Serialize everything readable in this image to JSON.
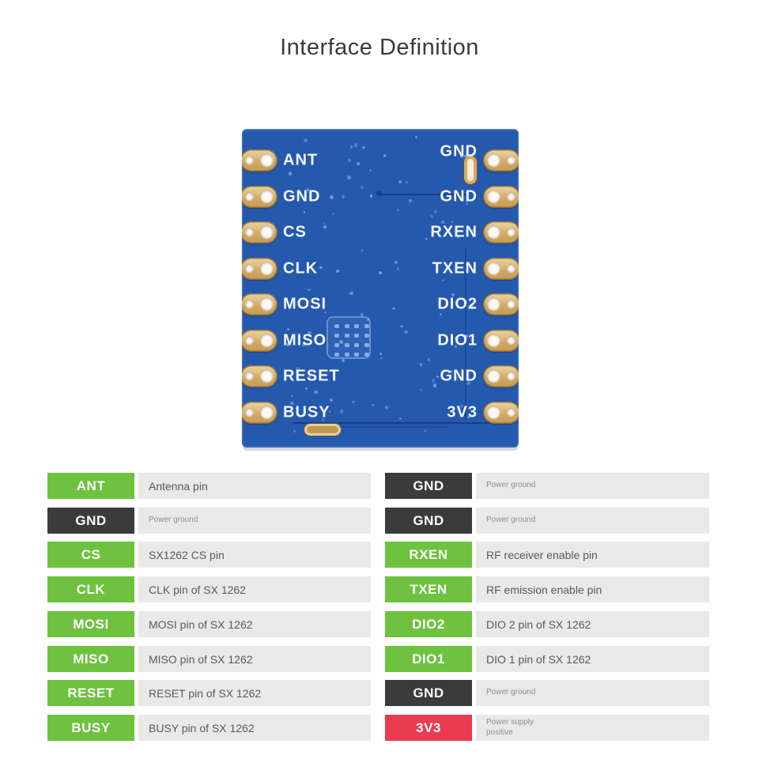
{
  "title": "Interface Definition",
  "board": {
    "left_pins": [
      "ANT",
      "GND",
      "CS",
      "CLK",
      "MOSI",
      "MISO",
      "RESET",
      "BUSY"
    ],
    "right_pins": [
      "GND",
      "GND",
      "RXEN",
      "TXEN",
      "DIO2",
      "DIO1",
      "GND",
      "3V3"
    ]
  },
  "legend": {
    "left": [
      {
        "label": "ANT",
        "color": "green",
        "desc": "Antenna pin",
        "small": false
      },
      {
        "label": "GND",
        "color": "dark",
        "desc": "Power ground",
        "small": true
      },
      {
        "label": "CS",
        "color": "green",
        "desc": "SX1262 CS pin",
        "small": false
      },
      {
        "label": "CLK",
        "color": "green",
        "desc": "CLK pin of SX 1262",
        "small": false
      },
      {
        "label": "MOSI",
        "color": "green",
        "desc": "MOSI pin of SX 1262",
        "small": false
      },
      {
        "label": "MISO",
        "color": "green",
        "desc": "MISO pin of SX 1262",
        "small": false
      },
      {
        "label": "RESET",
        "color": "green",
        "desc": "RESET pin of SX 1262",
        "small": false
      },
      {
        "label": "BUSY",
        "color": "green",
        "desc": "BUSY pin of SX 1262",
        "small": false
      }
    ],
    "right": [
      {
        "label": "GND",
        "color": "dark",
        "desc": "Power ground",
        "small": true
      },
      {
        "label": "GND",
        "color": "dark",
        "desc": "Power ground",
        "small": true
      },
      {
        "label": "RXEN",
        "color": "green",
        "desc": "RF receiver enable pin",
        "small": false
      },
      {
        "label": "TXEN",
        "color": "green",
        "desc": "RF emission enable pin",
        "small": false
      },
      {
        "label": "DIO2",
        "color": "green",
        "desc": "DIO 2 pin of SX 1262",
        "small": false
      },
      {
        "label": "DIO1",
        "color": "green",
        "desc": "DIO 1 pin of SX 1262",
        "small": false
      },
      {
        "label": "GND",
        "color": "dark",
        "desc": "Power ground",
        "small": true
      },
      {
        "label": "3V3",
        "color": "red",
        "desc": "Power supply positive",
        "small": true
      }
    ]
  },
  "colors": {
    "green": "#6ec23f",
    "dark": "#3b3b3b",
    "red": "#e93a50",
    "board_blue": "#2559ae",
    "pad_gold": "#d8b06a",
    "silkscreen": "#f3f7fc",
    "desc_bg": "#e9e9e9",
    "title_text": "#3b3b3b"
  }
}
